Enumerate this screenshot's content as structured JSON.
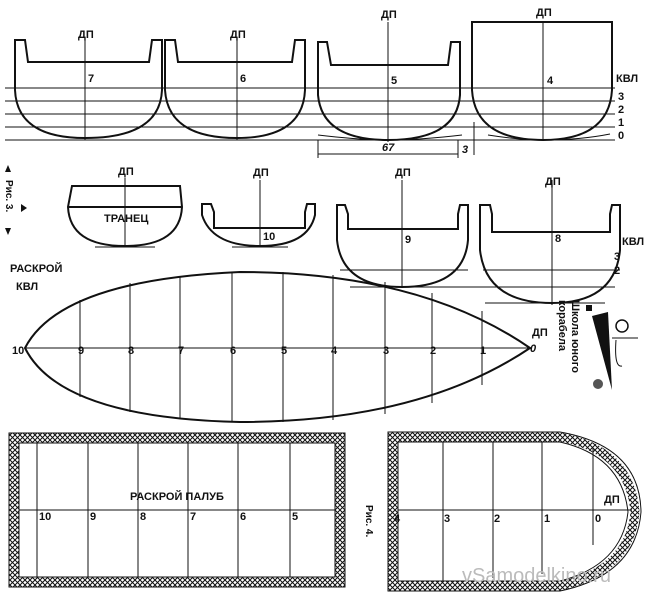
{
  "fig3": {
    "caption": "Рис. 3.",
    "dp": "ДП",
    "kvl": "КВЛ",
    "waterlines": [
      "3",
      "2",
      "1",
      "0"
    ],
    "frames_top": [
      "7",
      "6",
      "5",
      "4"
    ],
    "frames_bottom": [
      "10",
      "9",
      "8"
    ],
    "transom": "ТРАНЕЦ",
    "dim_width": "67",
    "dim_height": "3",
    "waterlines_lower": [
      "3",
      "2"
    ]
  },
  "kvl_cut": {
    "title_line1": "РАСКРОЙ",
    "title_line2": "КВЛ",
    "stations": [
      "10",
      "9",
      "8",
      "7",
      "6",
      "5",
      "4",
      "3",
      "2",
      "1",
      "0"
    ],
    "dp": "ДП"
  },
  "fig4": {
    "caption": "Рис. 4.",
    "title": "РАСКРОЙ ПАЛУБ",
    "stations_left": [
      "10",
      "9",
      "8",
      "7",
      "6",
      "5"
    ],
    "stations_right": [
      "4",
      "3",
      "2",
      "1",
      "0"
    ],
    "dp": "ДП"
  },
  "logo": {
    "line1": "Школа юного",
    "line2": "корабела"
  },
  "watermark": "vSamodelkino.ru"
}
